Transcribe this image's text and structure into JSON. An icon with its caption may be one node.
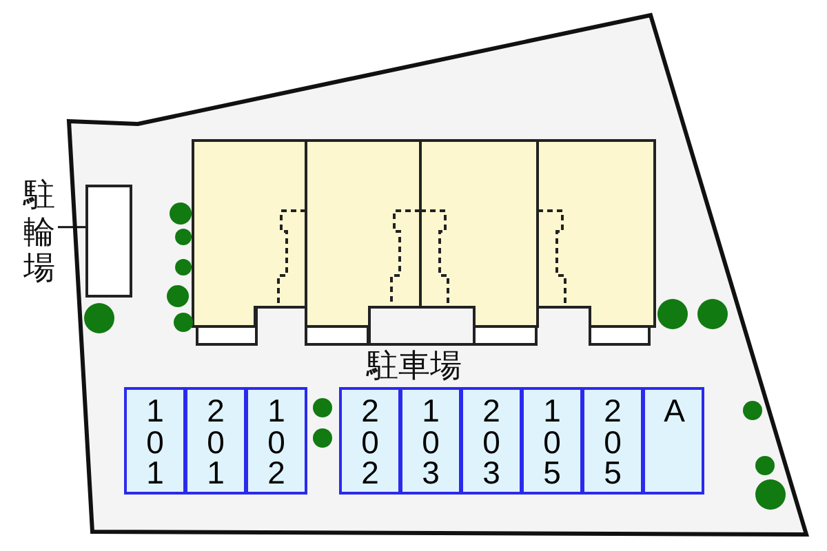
{
  "diagram": {
    "nodes": [
      {
        "text": [
          "駐輪場"
        ]
      },
      {
        "text": [],
        "shape": "box"
      },
      {
        "text": [
          "101"
        ]
      },
      {
        "text": [
          "201"
        ]
      },
      {
        "text": [
          "102"
        ]
      },
      {
        "text": [
          "202"
        ]
      },
      {
        "text": [
          "103"
        ]
      },
      {
        "text": [
          "203"
        ]
      },
      {
        "text": [
          "105"
        ]
      },
      {
        "text": [
          "205"
        ]
      },
      {
        "text": [
          "A"
        ]
      }
    ],
    "edges": [
      {
        "from": 0,
        "to": 1,
        "arrow": "none"
      }
    ],
    "labels": [
      "駐車場"
    ]
  }
}
